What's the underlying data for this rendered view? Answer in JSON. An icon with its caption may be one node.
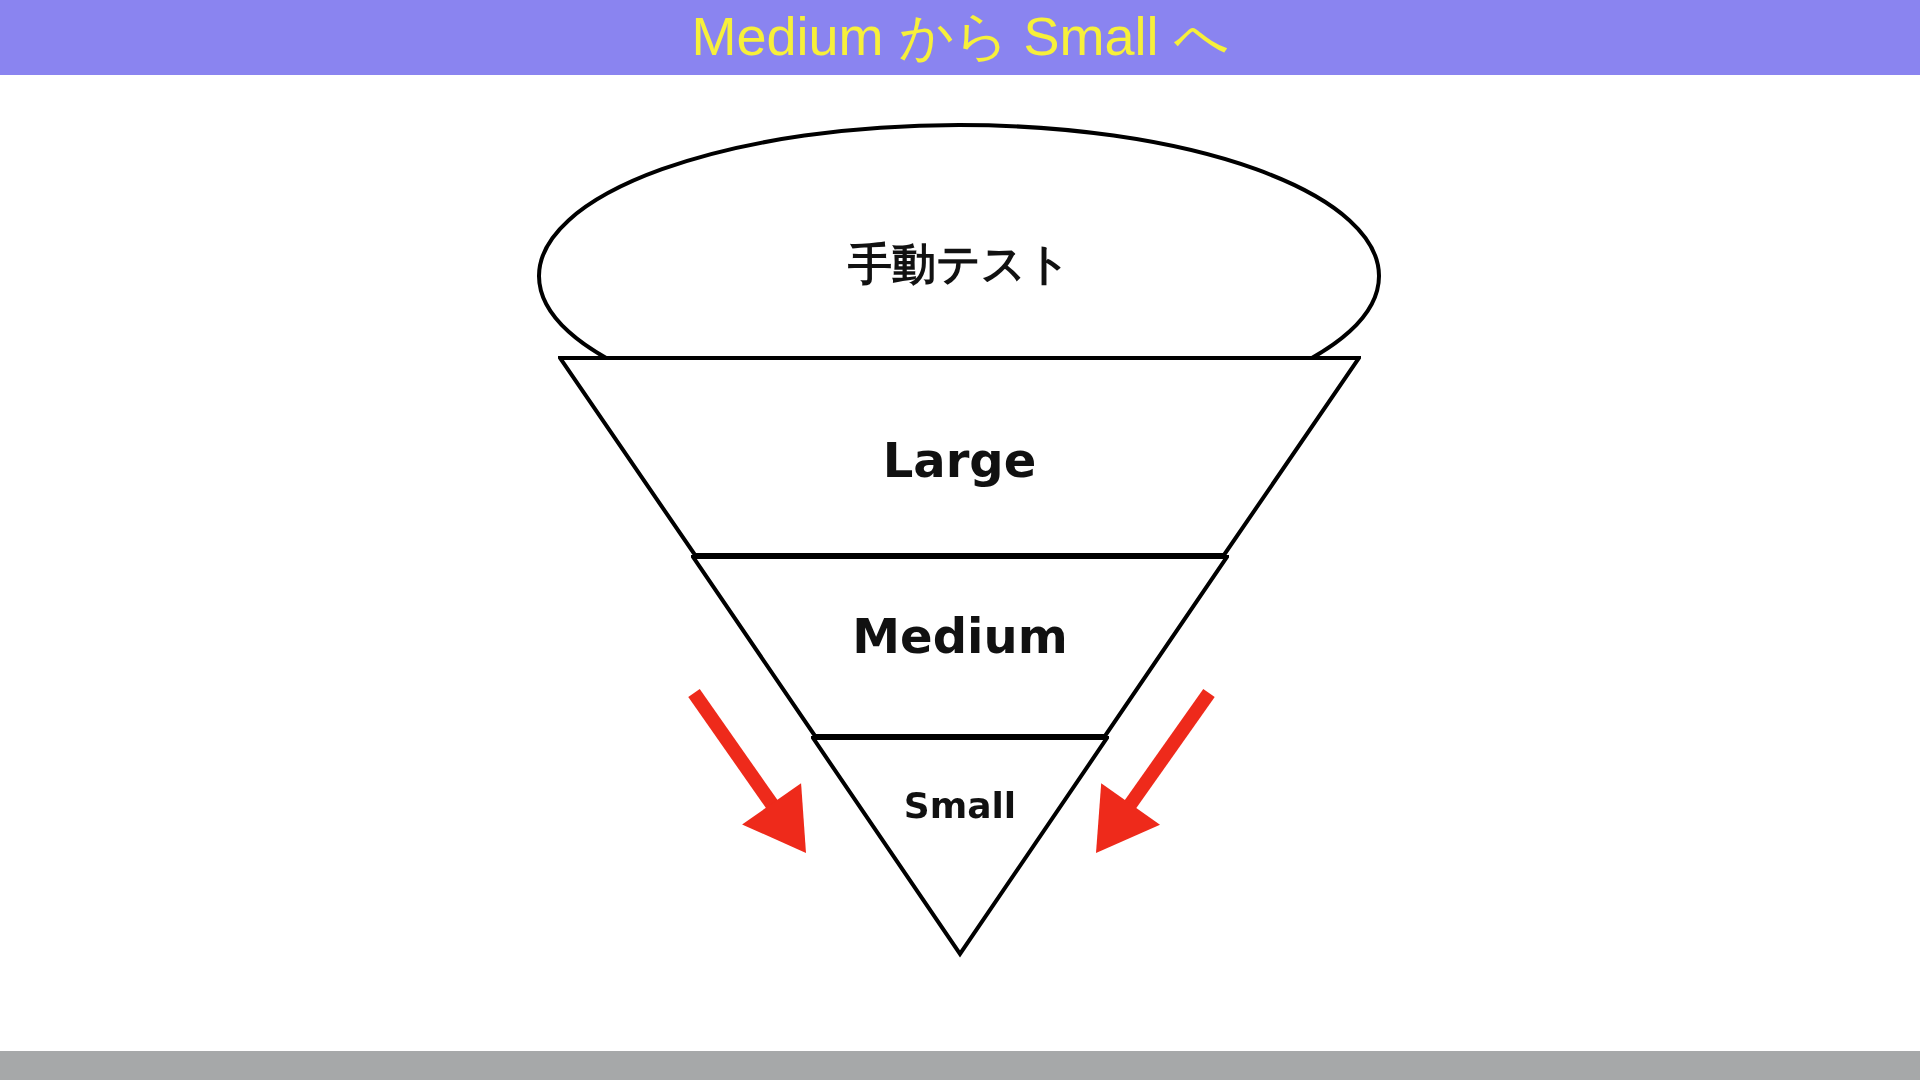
{
  "diagram": {
    "title": "Medium から Small へ",
    "nodes": [
      {
        "text": [
          "手動テスト"
        ]
      },
      {
        "text": [
          "Large"
        ]
      },
      {
        "text": [
          "Medium"
        ]
      },
      {
        "text": [
          "Small"
        ]
      }
    ]
  }
}
